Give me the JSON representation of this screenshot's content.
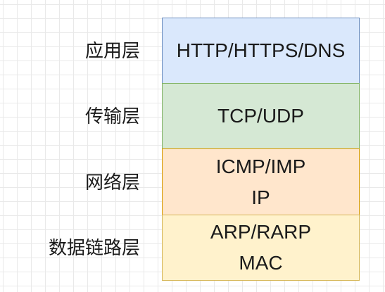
{
  "layers": [
    {
      "name": "应用层",
      "protocols": [
        "HTTP/HTTPS/DNS"
      ],
      "fill": "#dae8fc",
      "stroke": "#6c8ebf"
    },
    {
      "name": "传输层",
      "protocols": [
        "TCP/UDP"
      ],
      "fill": "#d5e8d4",
      "stroke": "#82b366"
    },
    {
      "name": "网络层",
      "protocols": [
        "ICMP/IMP",
        "IP"
      ],
      "fill": "#ffe6cc",
      "stroke": "#d79b00"
    },
    {
      "name": "数据链路层",
      "protocols": [
        "ARP/RARP",
        "MAC"
      ],
      "fill": "#fff2cc",
      "stroke": "#d6b656"
    }
  ]
}
